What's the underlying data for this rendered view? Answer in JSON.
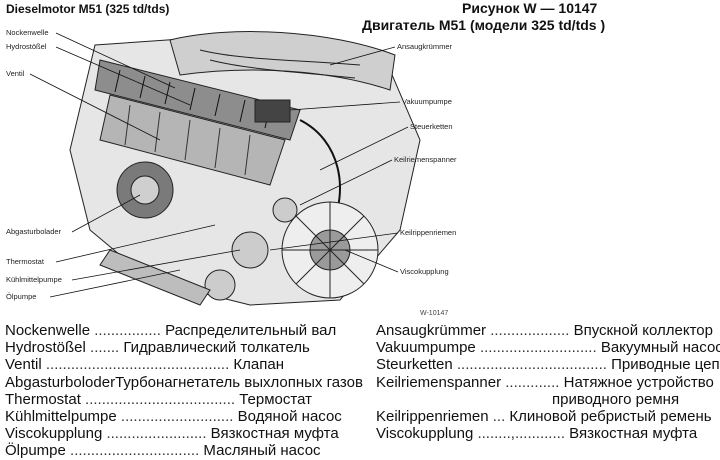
{
  "header": {
    "title_de": "Dieselmotor M51 (325 td/tds)",
    "title_ru_line1": "Рисунок W — 10147",
    "title_ru_line2": "Двигатель M51 (модели 325 td/tds )"
  },
  "diagram_labels": {
    "nockenwelle": "Nockenwelle",
    "hydrostoessel": "Hydrostößel",
    "ventil": "Ventil",
    "abgasturbolader": "Abgasturbolader",
    "thermostat": "Thermostat",
    "kuehlmittelpumpe": "Kühlmittelpumpe",
    "oelpumpe": "Ölpumpe",
    "ansaugkruemmer": "Ansaugkrümmer",
    "vakuumpumpe": "Vakuumpumpe",
    "steuerketten": "Steuerketten",
    "keilriemenspanner": "Keilriemenspanner",
    "keilrippenriemen": "Keilrippenriemen",
    "viscokupplung": "Viscokupplung",
    "figure_code": "W-10147"
  },
  "legend": {
    "left": [
      {
        "term": "Nockenwelle",
        "dots": " ................",
        "ru": "Распределительный вал"
      },
      {
        "term": "Hydrostößel",
        "dots": " .......",
        "ru": "Гидравлический толкатель"
      },
      {
        "term": "Ventil",
        "dots": " ............................................",
        "ru": "Клапан"
      },
      {
        "term": "AbgasturboloderТурбонагнетатель выхлопных газов",
        "dots": "",
        "ru": ""
      },
      {
        "term": "Thermostat",
        "dots": " ....................................",
        "ru": "Термостат"
      },
      {
        "term": "Kühlmittelpumpe",
        "dots": " ...........................",
        "ru": "Водяной насос"
      },
      {
        "term": "Viscokupplung",
        "dots": " ........................",
        "ru": "Вязкостная муфта"
      },
      {
        "term": "Ölpumpe",
        "dots": " ...............................",
        "ru": "Масляный насос"
      }
    ],
    "right": [
      {
        "term": "Ansaugkrümmer",
        "dots": " ...................",
        "ru": "Впускной коллектор"
      },
      {
        "term": "Vakuumpumpe",
        "dots": " ............................",
        "ru": "Вакуумный насос"
      },
      {
        "term": "Steurketten",
        "dots": " ....................................",
        "ru": "Приводные цепи"
      },
      {
        "term": "Keilriemenspanner",
        "dots": " .............",
        "ru": "Натяжное устройство"
      },
      {
        "term": "",
        "dots": "",
        "ru": "приводного ремня"
      },
      {
        "term": "Keilrippenriemen",
        "dots": " ...",
        "ru": "Клиновой ребристый ремень"
      },
      {
        "term": "Viscokupplung",
        "dots": " ........,............",
        "ru": "Вязкостная муфта"
      }
    ]
  }
}
